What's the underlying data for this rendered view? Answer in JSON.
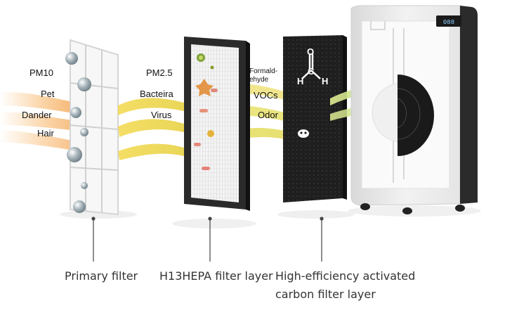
{
  "primary": {
    "labels": [
      "PM10",
      "Pet",
      "Dander",
      "Hair"
    ],
    "caption": "Primary filter"
  },
  "hepa": {
    "labels": [
      "PM2.5",
      "Bacteira",
      "Virus"
    ],
    "caption": "H13HEPA filter layer"
  },
  "carbon": {
    "labels": [
      "Formald-",
      "ehyde",
      "VOCs",
      "Odor"
    ],
    "caption_lines": [
      "High-efficiency activated",
      "carbon filter layer"
    ],
    "molecule": {
      "top": "O",
      "center": "C",
      "left": "H",
      "right": "H"
    }
  },
  "purifier": {
    "display_readout": "088"
  },
  "colors": {
    "polluted_airflow": "#f08a2c",
    "hepa_airflow": "#e6cf3a",
    "clean_airflow": "#a8d97a",
    "carbon_filter": "#1f1f1f",
    "hepa_frame": "#2a2a2a"
  }
}
